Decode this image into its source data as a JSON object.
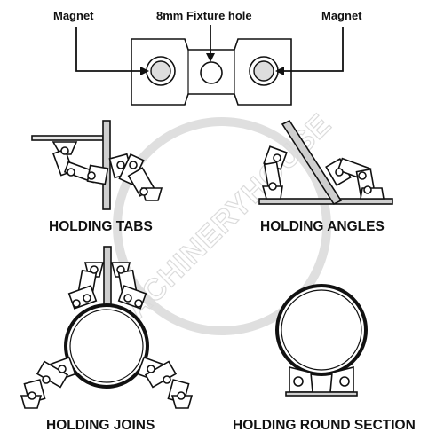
{
  "labels": {
    "magnet_left": "Magnet",
    "fixture_hole": "8mm Fixture hole",
    "magnet_right": "Magnet"
  },
  "captions": {
    "tabs": "HOLDING TABS",
    "angles": "HOLDING ANGLES",
    "joins": "HOLDING JOINS",
    "round": "HOLDING ROUND SECTION"
  },
  "watermark": "MACHINERYHOUSE",
  "colors": {
    "line": "#111111",
    "metal": "#e6e6e6",
    "plate": "#cfcfcf",
    "watermark": "#d8d8d8"
  },
  "icons": [
    "arrow-icon",
    "magnet-icon",
    "fixture-hole-icon",
    "clamp-arm-icon",
    "pivot-pin-icon"
  ]
}
